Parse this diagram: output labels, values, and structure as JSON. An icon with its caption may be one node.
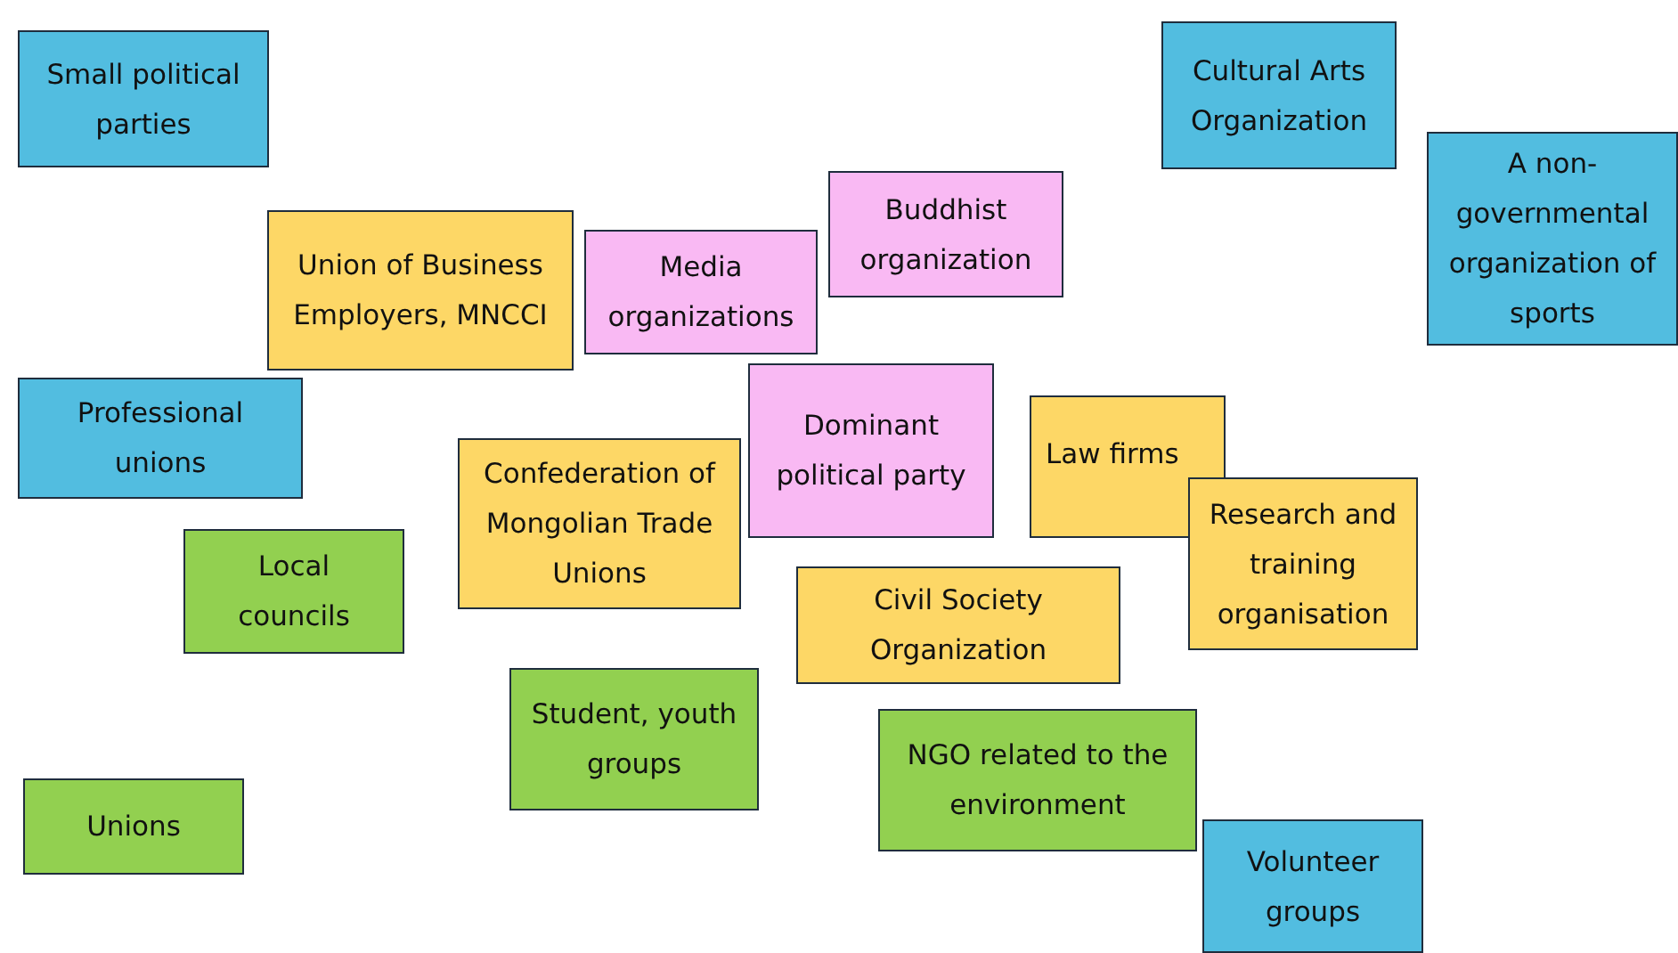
{
  "diagram": {
    "nodes": [
      {
        "text": [
          "Small political parties"
        ]
      },
      {
        "text": [
          "Cultural Arts Organization"
        ]
      },
      {
        "text": [
          "A non-governmental organization of sports"
        ]
      },
      {
        "text": [
          "Union of Business Employers, MNCCI"
        ]
      },
      {
        "text": [
          "Media organizations"
        ]
      },
      {
        "text": [
          "Buddhist organization"
        ]
      },
      {
        "text": [
          "Professional unions"
        ]
      },
      {
        "text": [
          "Dominant political party"
        ]
      },
      {
        "text": [
          "Law firms"
        ]
      },
      {
        "text": [
          "Confederation of Mongolian Trade Unions"
        ]
      },
      {
        "text": [
          "Research and training organisation"
        ]
      },
      {
        "text": [
          "Local councils"
        ]
      },
      {
        "text": [
          "Civil Society Organization"
        ]
      },
      {
        "text": [
          "Student, youth groups"
        ]
      },
      {
        "text": [
          "NGO related to the environment"
        ]
      },
      {
        "text": [
          "Unions"
        ]
      },
      {
        "text": [
          "Volunteer groups"
        ]
      }
    ]
  }
}
